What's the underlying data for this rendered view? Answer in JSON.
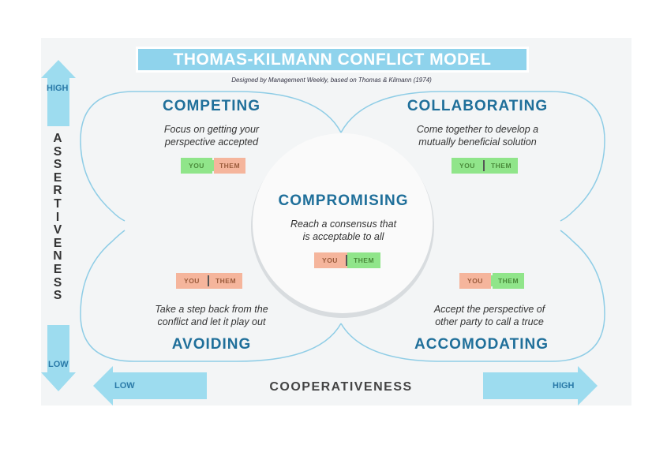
{
  "title": "THOMAS-KILMANN CONFLICT MODEL",
  "subtitle": "Designed by Management Weekly, based on Thomas & Kilmann (1974)",
  "axes": {
    "y_label": "ASSERTIVENESS",
    "y_high": "HIGH",
    "y_low": "LOW",
    "x_label": "COOPERATIVENESS",
    "x_low": "LOW",
    "x_high": "HIGH"
  },
  "badge": {
    "you": "YOU",
    "them": "THEM"
  },
  "quadrants": {
    "competing": {
      "title": "COMPETING",
      "text_1": "Focus on getting your",
      "text_2": "perspective accepted"
    },
    "collaborating": {
      "title": "COLLABORATING",
      "text_1": "Come together to develop a",
      "text_2": "mutually beneficial solution"
    },
    "avoiding": {
      "title": "AVOIDING",
      "text_1": "Take a step back from the",
      "text_2": "conflict and let it play out"
    },
    "accomodating": {
      "title": "ACCOMODATING",
      "text_1": "Accept the perspective of",
      "text_2": "other party to call a truce"
    },
    "compromising": {
      "title": "COMPROMISING",
      "text_1": "Reach a consensus that",
      "text_2": "is acceptable to all"
    }
  },
  "colors": {
    "green": "#90e58a",
    "salmon": "#f5b59c",
    "title_blue": "#1f6f9a",
    "arrow": "#9ddcef"
  }
}
